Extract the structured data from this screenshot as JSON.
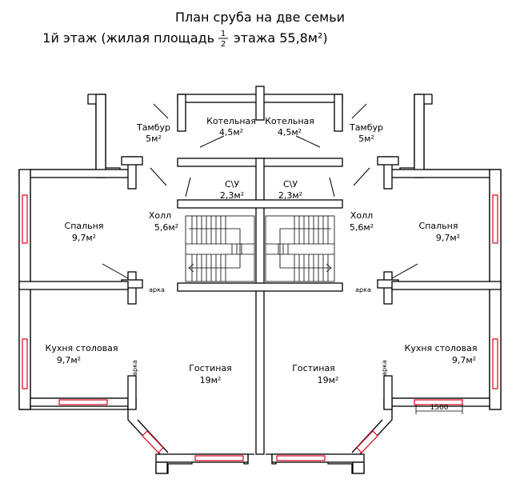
{
  "title": {
    "line1": "План сруба на две семьи",
    "line2_prefix": "1й этаж (жилая площадь",
    "frac_num": "1",
    "frac_den": "2",
    "line2_suffix": "этажа 55,8м²)"
  },
  "rooms": [
    {
      "id": "tambur-left",
      "name": "Тамбур",
      "area": "5м²"
    },
    {
      "id": "kotelnaya-left",
      "name": "Котельная",
      "area": "4,5м²"
    },
    {
      "id": "kotelnaya-right",
      "name": "Котельная",
      "area": "4,5м²"
    },
    {
      "id": "tambur-right",
      "name": "Тамбур",
      "area": "5м²"
    },
    {
      "id": "su-left",
      "name": "С\\У",
      "area": "2,3м²"
    },
    {
      "id": "su-right",
      "name": "С\\У",
      "area": "2,3м²"
    },
    {
      "id": "holl-left",
      "name": "Холл",
      "area": "5,6м²"
    },
    {
      "id": "holl-right",
      "name": "Холл",
      "area": "5,6м²"
    },
    {
      "id": "spalnya-left",
      "name": "Спальня",
      "area": "9,7м²"
    },
    {
      "id": "spalnya-right",
      "name": "Спальня",
      "area": "9,7м²"
    },
    {
      "id": "kuhnya-left",
      "name": "Кухня столовая",
      "area": "9,7м²"
    },
    {
      "id": "kuhnya-right",
      "name": "Кухня столовая",
      "area": "9,7м²"
    },
    {
      "id": "gostinaya-left",
      "name": "Гостиная",
      "area": "19м²"
    },
    {
      "id": "gostinaya-right",
      "name": "Гостиная",
      "area": "19м²"
    }
  ],
  "arch_labels": [
    "арка",
    "арка",
    "арка",
    "арка"
  ],
  "dimension": "1500",
  "colors": {
    "wall": "#000000",
    "window": "#e0001a",
    "background": "#ffffff"
  }
}
